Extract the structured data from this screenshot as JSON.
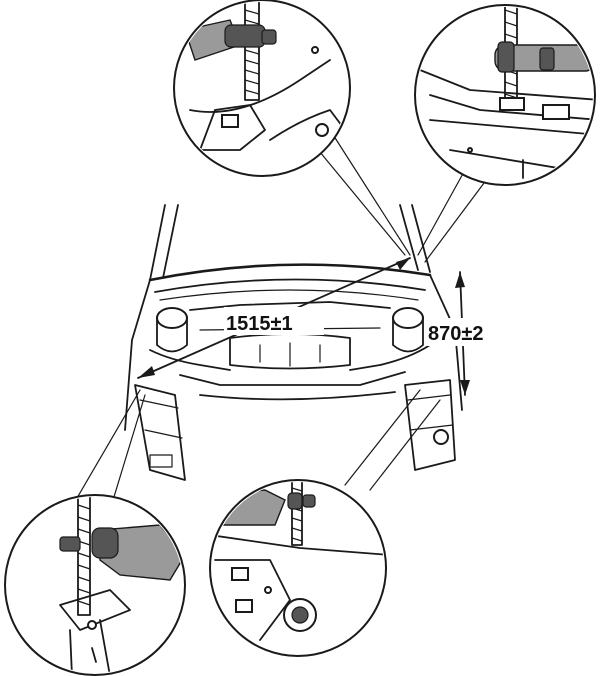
{
  "diagram": {
    "dimensions": [
      {
        "id": "width",
        "value": "1515",
        "tolerance": "1",
        "symbol": "±"
      },
      {
        "id": "height",
        "value": "870",
        "tolerance": "2",
        "symbol": "±"
      }
    ],
    "detail_callouts": 4,
    "colors": {
      "ink": "#1a1a1a",
      "shade": "#9a9a9a",
      "paper": "#ffffff"
    }
  }
}
